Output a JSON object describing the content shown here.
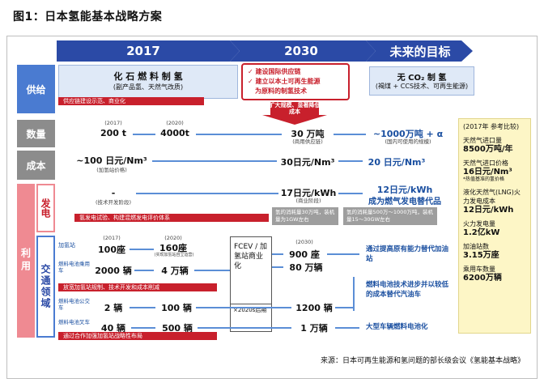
{
  "title": "图1：日本氢能基本战略方案",
  "timeline": {
    "y1": "2017",
    "y2": "2030",
    "y3": "未来的目标"
  },
  "rows": {
    "supply": "供给",
    "volume": "数量",
    "cost": "成本",
    "use": "利用",
    "power": "发电",
    "transport": "交通领域"
  },
  "supply": {
    "box1_title": "化 石 燃 料 制 氢",
    "box1_sub": "(副产品氢、天然气改质)",
    "box1_red": "供应链建设示范、商业化",
    "box2_items": [
      "✓ 建设国际供应链",
      "✓ 建立以本土可再生能源",
      "为原料的制氢技术"
    ],
    "box3_title": "无 CO₂ 制 氢",
    "box3_sub": "(褐煤 + CCS技术、可再生能源)",
    "expand": "扩大规模、显著降低成本"
  },
  "volume": {
    "y2017": "(2017)",
    "v2017": "200 t",
    "y2020": "(2020)",
    "v2020": "4000t",
    "v2030": "30 万吨",
    "v2030_note": "(商用供应链)",
    "vfuture": "~1000万吨 + α",
    "vfuture_note": "(国内可使用的规模)"
  },
  "cost": {
    "v1": "~100 日元/Nm³",
    "v1_note": "(加氢站价格)",
    "v2030": "30日元/Nm³",
    "vfuture": "20 日元/Nm³"
  },
  "power": {
    "v1": "-",
    "v1_note": "(技术开发阶段)",
    "v2030": "17日元/kWh",
    "v2030_note": "(商业阶段)",
    "vfuture1": "12日元/kWh",
    "vfuture2": "成为燃气发电替代品",
    "red": "氢发电试验、构建混燃发电评价体系",
    "grey1": "氢的消耗量30万吨，装机量为1GW左右",
    "grey2": "氢的消耗量500万～1000万吨，装机量15～30GW左右"
  },
  "transport": {
    "h2017": "(2017)",
    "h2020": "(2020)",
    "h2030": "(2030)",
    "station_lbl": "加氢站",
    "station_2017": "100座",
    "station_2020": "160座",
    "station_2020_note": "(实现加氢站自立运营)",
    "station_2030": "900 座",
    "car_lbl": "燃料电池乘用车",
    "car_2017": "2000 辆",
    "car_2020": "4 万辆",
    "car_2030": "80 万辆",
    "red1": "放宽加氢站规制、技术开发和成本削减",
    "bus_lbl": "燃料电池公交车",
    "bus_2017": "2 辆",
    "bus_2020": "100 辆",
    "bus_2030": "1200 辆",
    "fork_lbl": "燃料电池叉车",
    "fork_2017": "40 辆",
    "fork_2020": "500 辆",
    "fork_2030": "1 万辆",
    "red2": "通过合作加强加氢站战略性布局",
    "fcev": "FCEV / 加氢站商业化",
    "late2020": "×2020s后期",
    "goal1": "通过提高原有能力替代加油站",
    "goal2": "燃料电池技术进步并以较低的成本替代汽油车",
    "goal3": "大型车辆燃料电池化"
  },
  "reference": {
    "header": "(2017年 参考比较)",
    "items": [
      {
        "label": "天然气进口量",
        "value": "8500万吨/年"
      },
      {
        "label": "天然气进口价格",
        "value": "16日元/Nm³",
        "note": "*热值基准的氢价格"
      },
      {
        "label": "液化天然气(LNG)火力发电成本",
        "value": "12日元/kWh"
      },
      {
        "label": "火力发电量",
        "value": "1.2亿kW"
      },
      {
        "label": "加油站数",
        "value": "3.15万座"
      },
      {
        "label": "乘用车数量",
        "value": "6200万辆"
      }
    ]
  },
  "source": "来源：日本可再生能源和氢问题的部长级会议《氢能基本战略》",
  "colors": {
    "timeline": "#2b4aa6",
    "supply": "#4a7bd1",
    "volume": "#8c8c8c",
    "cost": "#8c8c8c",
    "use": "#ef8a92",
    "red": "#c8202c",
    "arrow": "#5b8ed6"
  }
}
